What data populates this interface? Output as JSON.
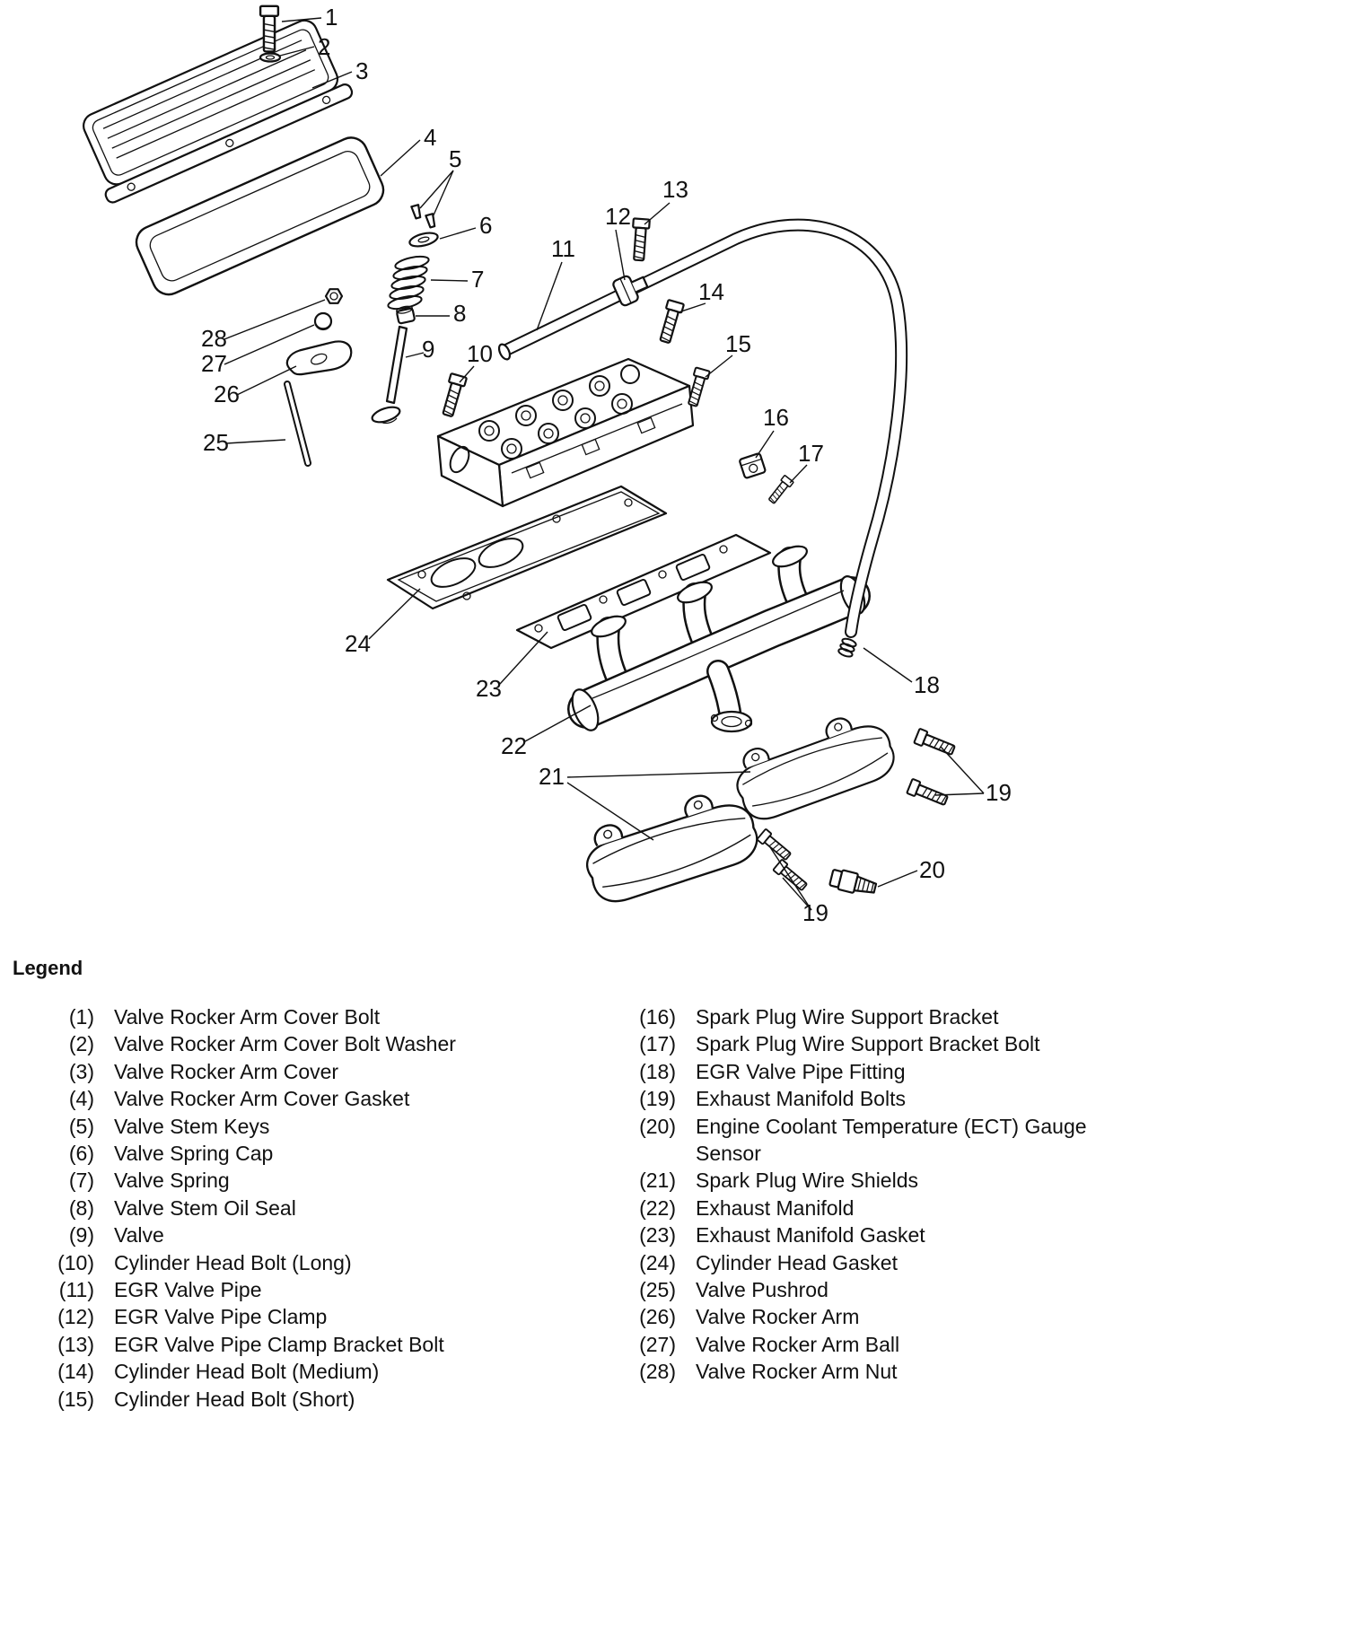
{
  "diagram": {
    "callouts": [
      "1",
      "2",
      "3",
      "4",
      "5",
      "6",
      "7",
      "8",
      "9",
      "10",
      "11",
      "12",
      "13",
      "14",
      "15",
      "16",
      "17",
      "18",
      "19",
      "20",
      "21",
      "22",
      "23",
      "24",
      "25",
      "26",
      "27",
      "28",
      "19"
    ]
  },
  "legend": {
    "heading": "Legend",
    "left": [
      {
        "num": "(1)",
        "label": "Valve Rocker Arm Cover Bolt"
      },
      {
        "num": "(2)",
        "label": "Valve Rocker Arm Cover Bolt Washer"
      },
      {
        "num": "(3)",
        "label": "Valve Rocker Arm Cover"
      },
      {
        "num": "(4)",
        "label": "Valve Rocker Arm Cover Gasket"
      },
      {
        "num": "(5)",
        "label": "Valve Stem Keys"
      },
      {
        "num": "(6)",
        "label": "Valve Spring Cap"
      },
      {
        "num": "(7)",
        "label": "Valve Spring"
      },
      {
        "num": "(8)",
        "label": "Valve Stem Oil Seal"
      },
      {
        "num": "(9)",
        "label": "Valve"
      },
      {
        "num": "(10)",
        "label": "Cylinder Head Bolt (Long)"
      },
      {
        "num": "(11)",
        "label": "EGR Valve Pipe"
      },
      {
        "num": "(12)",
        "label": "EGR Valve Pipe Clamp"
      },
      {
        "num": "(13)",
        "label": "EGR Valve Pipe Clamp Bracket Bolt"
      },
      {
        "num": "(14)",
        "label": "Cylinder Head Bolt (Medium)"
      },
      {
        "num": "(15)",
        "label": "Cylinder Head Bolt (Short)"
      }
    ],
    "right": [
      {
        "num": "(16)",
        "label": "Spark Plug Wire Support Bracket"
      },
      {
        "num": "(17)",
        "label": "Spark Plug Wire Support Bracket Bolt"
      },
      {
        "num": "(18)",
        "label": "EGR Valve Pipe Fitting"
      },
      {
        "num": "(19)",
        "label": "Exhaust Manifold Bolts"
      },
      {
        "num": "(20)",
        "label": "Engine Coolant Temperature (ECT) Gauge Sensor"
      },
      {
        "num": "(21)",
        "label": "Spark Plug Wire Shields"
      },
      {
        "num": "(22)",
        "label": "Exhaust Manifold"
      },
      {
        "num": "(23)",
        "label": "Exhaust Manifold Gasket"
      },
      {
        "num": "(24)",
        "label": "Cylinder Head Gasket"
      },
      {
        "num": "(25)",
        "label": "Valve Pushrod"
      },
      {
        "num": "(26)",
        "label": "Valve Rocker Arm"
      },
      {
        "num": "(27)",
        "label": "Valve Rocker Arm Ball"
      },
      {
        "num": "(28)",
        "label": "Valve Rocker Arm Nut"
      }
    ]
  }
}
